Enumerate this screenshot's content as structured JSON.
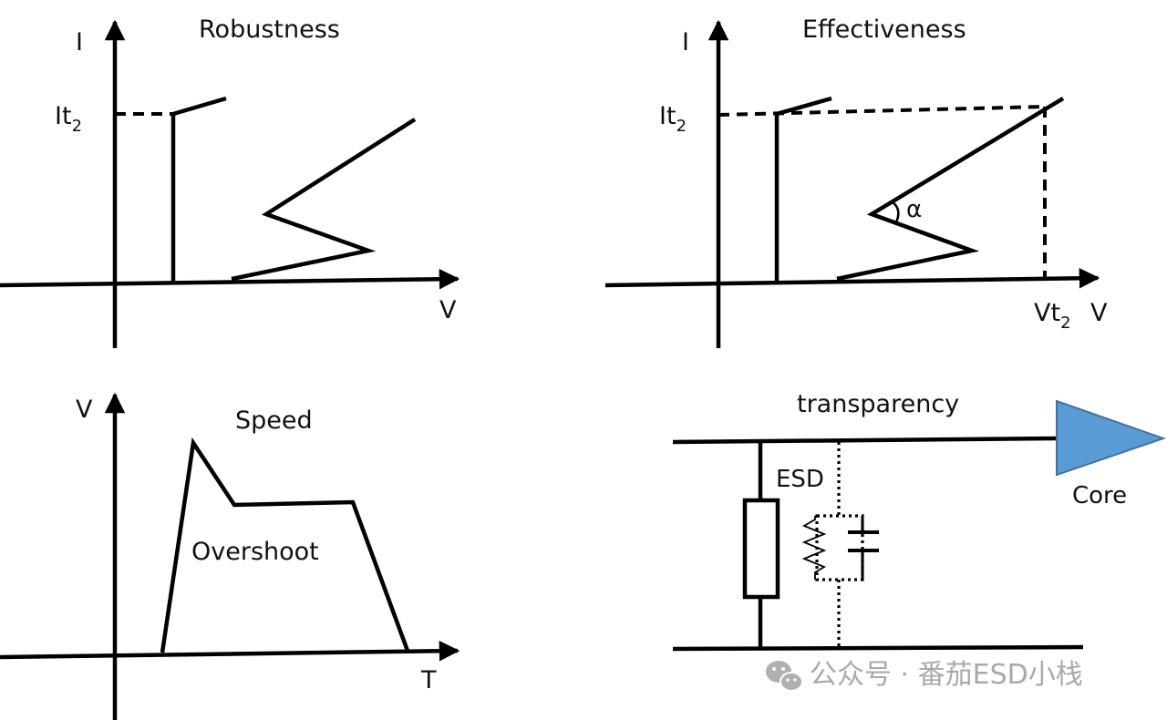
{
  "panels": {
    "robustness": {
      "title": "Robustness",
      "y_axis": "I",
      "x_axis": "V",
      "level_label": "It",
      "level_sub": "2"
    },
    "effectiveness": {
      "title": "Effectiveness",
      "y_axis": "I",
      "x_axis": "V",
      "level_label": "It",
      "level_sub": "2",
      "v_label": "Vt",
      "v_sub": "2",
      "angle_label": "α"
    },
    "speed": {
      "title": "Speed",
      "y_axis": "V",
      "x_axis": "T",
      "annotation": "Overshoot"
    },
    "transparency": {
      "title": "transparency",
      "esd_label": "ESD",
      "core_label": "Core",
      "core_color": "#5b9bd5"
    }
  },
  "watermark": {
    "text": "公众号 · 番茄ESD小栈",
    "icon": "wechat-icon",
    "color": "#a9a9a9"
  }
}
